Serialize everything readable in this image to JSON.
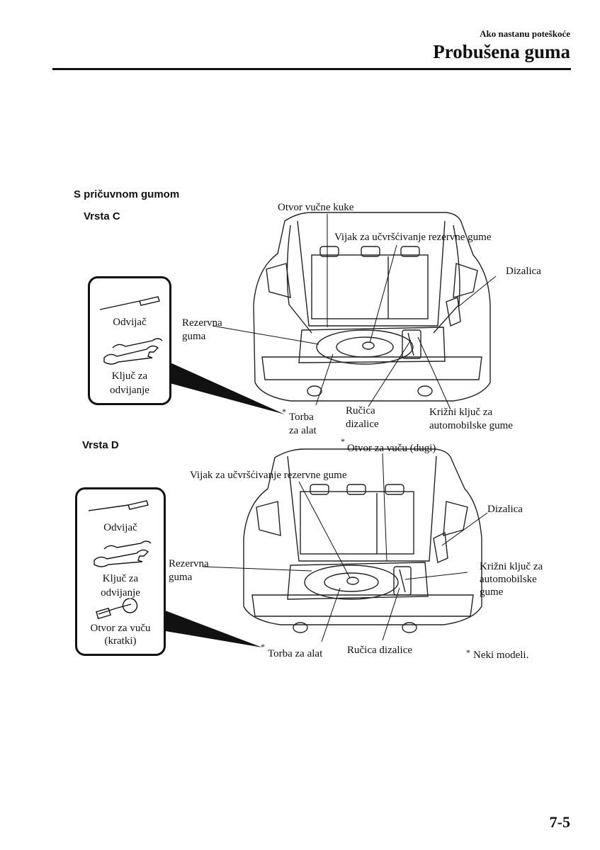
{
  "header": {
    "section": "Ako nastanu poteškoće",
    "title": "Probušena guma"
  },
  "section_title": "S pričuvnom gumom",
  "type_c": {
    "heading": "Vrsta C",
    "tools": {
      "screwdriver": "Odvijač",
      "wrench_1": "Ključ za",
      "wrench_2": "odvijanje"
    },
    "labels": {
      "tow_hook": "Otvor vučne kuke",
      "spare_bolt": "Vijak za učvršćivanje rezervne gume",
      "jack": "Dizalica",
      "spare_1": "Rezervna",
      "spare_2": "guma",
      "toolbag_1": "Torba",
      "toolbag_2": "za alat",
      "jack_handle_1": "Ručica",
      "jack_handle_2": "dizalice",
      "lug_wrench_1": "Križni ključ za",
      "lug_wrench_2": "automobilske gume"
    }
  },
  "type_d": {
    "heading": "Vrsta D",
    "tools": {
      "screwdriver": "Odvijač",
      "wrench_1": "Ključ za",
      "wrench_2": "odvijanje",
      "tow_eye_1": "Otvor za vuču",
      "tow_eye_2": "(kratki)"
    },
    "labels": {
      "tow_long": "Otvor za vuču (dugi)",
      "spare_bolt": "Vijak za učvršćivanje rezervne gume",
      "jack": "Dizalica",
      "spare_1": "Rezervna",
      "spare_2": "guma",
      "lug_wrench_1": "Križni ključ za",
      "lug_wrench_2": "automobilske",
      "lug_wrench_3": "gume",
      "toolbag": "Torba za alat",
      "jack_handle": "Ručica dizalice"
    }
  },
  "asterisk": "*",
  "footnote": "Neki modeli.",
  "page_number": "7-5"
}
